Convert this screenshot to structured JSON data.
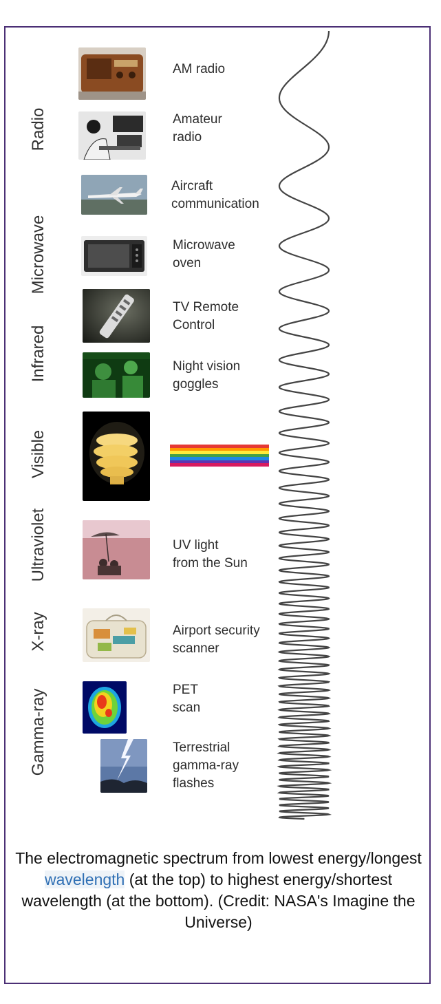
{
  "bands": {
    "radio": "Radio",
    "microwave": "Microwave",
    "infrared": "Infrared",
    "visible": "Visible",
    "ultraviolet": "Ultraviolet",
    "xray": "X-ray",
    "gamma": "Gamma-ray"
  },
  "labels": {
    "am_radio": "AM radio",
    "amateur_radio": "Amateur\nradio",
    "aircraft": "Aircraft\ncommunication",
    "microwave_oven": "Microwave\noven",
    "tv_remote": "TV Remote\nControl",
    "night_vision": "Night vision\ngoggles",
    "uv_light": "UV light\nfrom the Sun",
    "airport": "Airport security\nscanner",
    "pet_scan": "PET\nscan",
    "terrestrial": "Terrestrial\ngamma-ray\nflashes"
  },
  "caption": {
    "part1": "The electromagnetic spectrum from lowest energy/longest ",
    "link": "wavelength",
    "part2": " (at the top) to highest energy/shortest wavelength (at the bottom). (Credit: NASA's Imagine the Universe)"
  },
  "colors": {
    "frame": "#4b2f75",
    "link": "#2f6fb4",
    "rainbow": [
      "#e53935",
      "#ff9800",
      "#ffeb3b",
      "#43a047",
      "#1e88e5",
      "#5e35b1",
      "#d81b60"
    ]
  }
}
